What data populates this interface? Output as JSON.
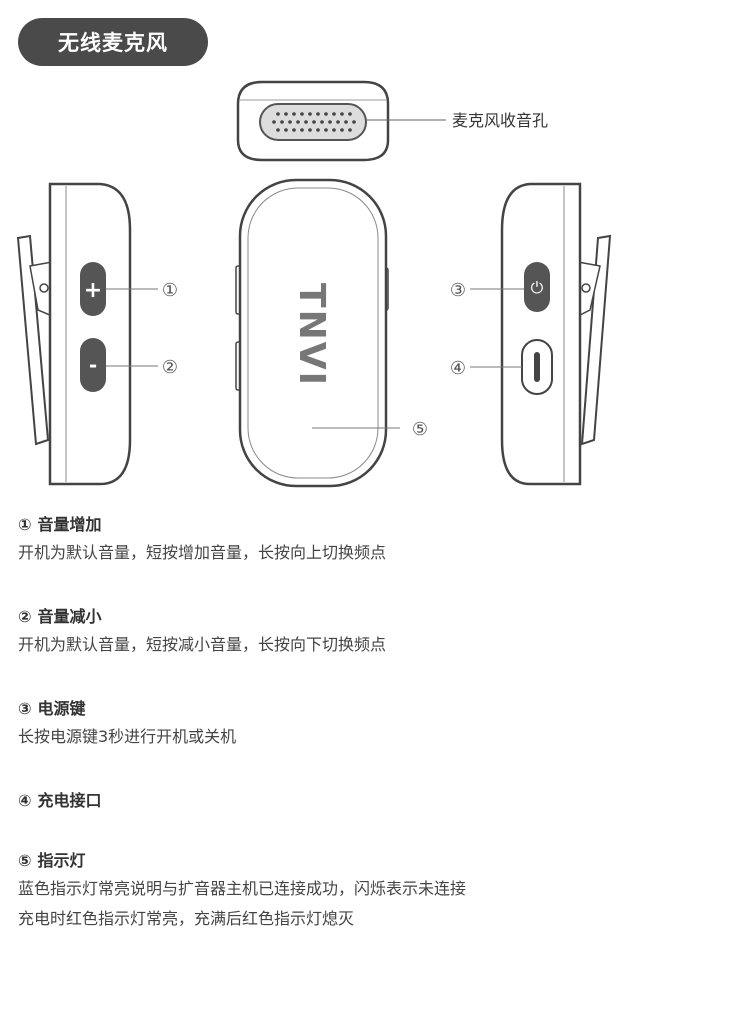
{
  "header": {
    "title": "无线麦克风"
  },
  "diagram": {
    "mic_hole_label": "麦克风收音孔",
    "brand": "TNVI",
    "button_plus_symbol": "+",
    "button_minus_symbol": "-",
    "power_symbol": "⏻",
    "callouts": [
      "①",
      "②",
      "③",
      "④",
      "⑤"
    ]
  },
  "sections": [
    {
      "num": "①",
      "title": "音量增加",
      "lines": [
        "开机为默认音量，短按增加音量，长按向上切换频点"
      ]
    },
    {
      "num": "②",
      "title": "音量减小",
      "lines": [
        "开机为默认音量，短按减小音量，长按向下切换频点"
      ]
    },
    {
      "num": "③",
      "title": "电源键",
      "lines": [
        "长按电源键3秒进行开机或关机"
      ]
    },
    {
      "num": "④",
      "title": "充电接口",
      "lines": []
    },
    {
      "num": "⑤",
      "title": "指示灯",
      "lines": [
        "蓝色指示灯常亮说明与扩音器主机已连接成功，闪烁表示未连接",
        "充电时红色指示灯常亮，充满后红色指示灯熄灭"
      ]
    }
  ],
  "colors": {
    "pill_bg": "#4a4a4a",
    "button_dark": "#555555",
    "outline": "#444444"
  }
}
